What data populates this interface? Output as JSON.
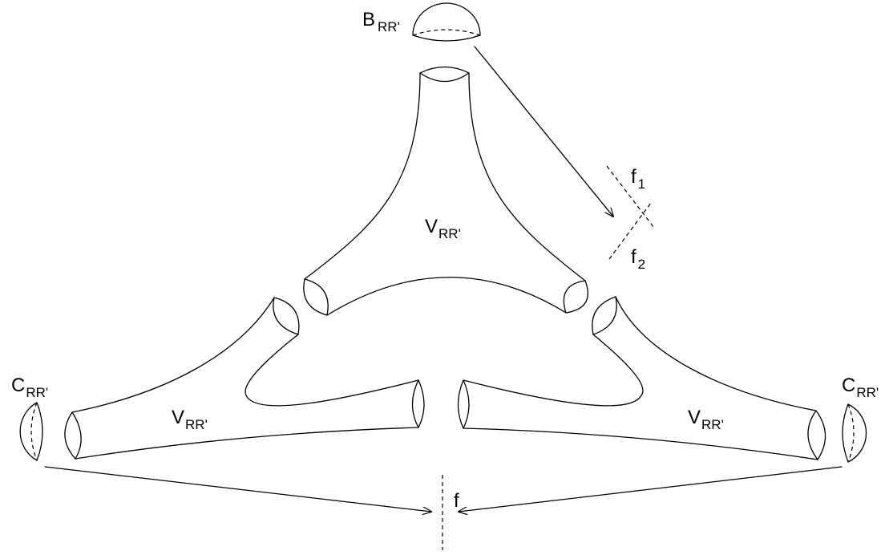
{
  "labels": {
    "b_main": "B",
    "b_sub": "RR'",
    "v_main": "V",
    "v_sub": "RR'",
    "c_main": "C",
    "c_sub": "RR'",
    "f1_main": "f",
    "f1_sub": "1",
    "f2_main": "f",
    "f2_sub": "2",
    "f_main": "f"
  },
  "colors": {
    "ink": "#000000",
    "background": "#ffffff"
  }
}
